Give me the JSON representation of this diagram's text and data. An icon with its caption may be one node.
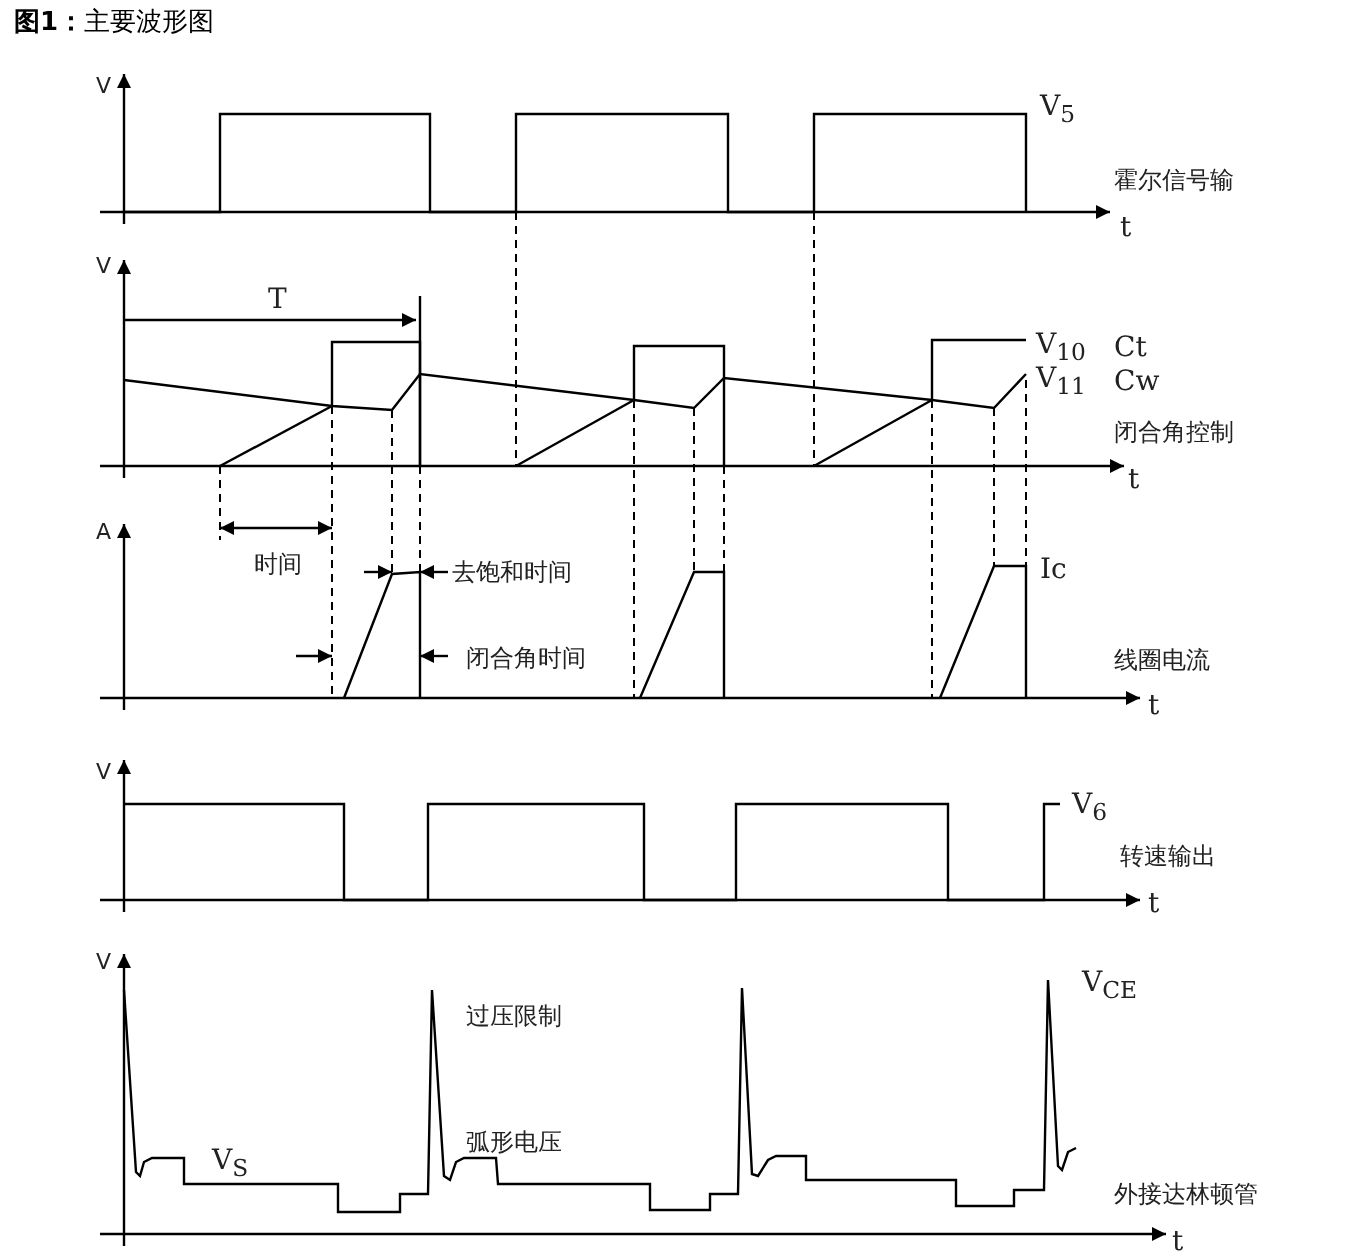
{
  "diagram": {
    "title": "**图1：**主要波形图",
    "labels": [
      "V",
      "V$_{5}$",
      "霍尔信号输",
      "t",
      "V",
      "T",
      "V$_{10}$",
      "Ct",
      "V$_{11}$",
      "Cw",
      "闭合角控制",
      "t",
      "A",
      "时间",
      "去饱和时间",
      "Ic",
      "闭合角时间",
      "线圈电流",
      "t",
      "V",
      "V$_{6}$",
      "转速输出",
      "t",
      "V",
      "V$_{CE}$",
      "过压限制",
      "弧形电压",
      "V$_{S}$",
      "外接达林顿管",
      "t"
    ]
  }
}
